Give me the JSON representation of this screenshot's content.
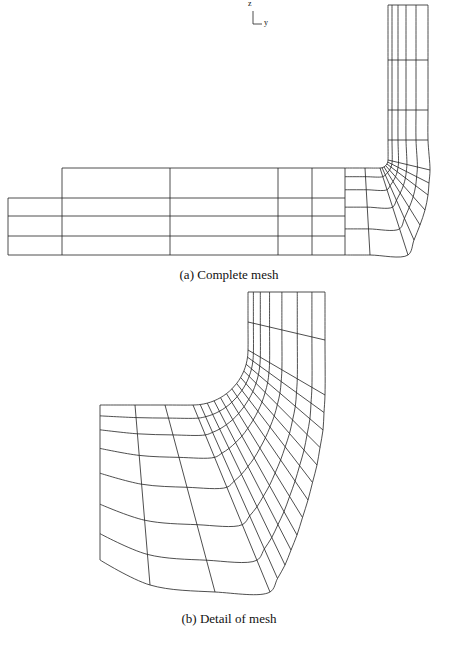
{
  "diagram": {
    "labels": [
      "z",
      "y",
      "(a) Complete mesh",
      "(b) Detail of mesh"
    ]
  }
}
